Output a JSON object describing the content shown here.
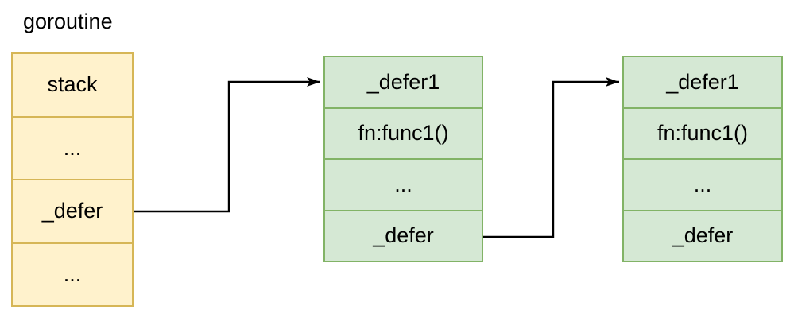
{
  "title_label": "goroutine",
  "palette": {
    "background": "#ffffff",
    "stack_fill": "#fff2cc",
    "stack_border": "#d6b656",
    "defer_fill": "#d5e8d4",
    "defer_border": "#82b366",
    "arrow": "#000000",
    "text": "#000000"
  },
  "stack_box": {
    "rows": [
      "stack",
      "...",
      "_defer",
      "..."
    ]
  },
  "defer_box_1": {
    "rows": [
      "_defer1",
      "fn:func1()",
      "...",
      "_defer"
    ]
  },
  "defer_box_2": {
    "rows": [
      "_defer1",
      "fn:func1()",
      "...",
      "_defer"
    ]
  }
}
